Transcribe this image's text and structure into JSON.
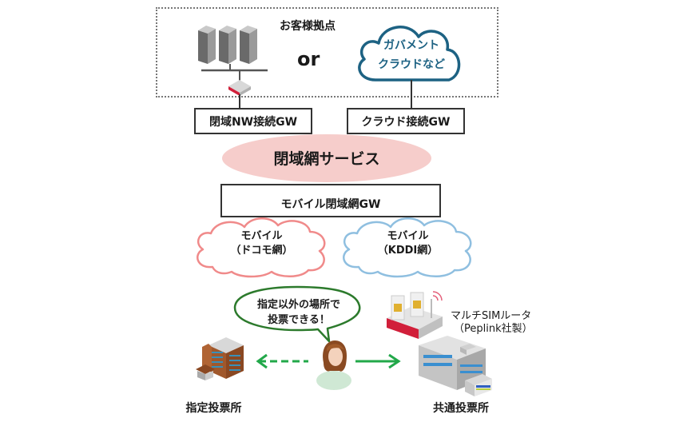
{
  "customer_site": {
    "title": "お客様拠点",
    "or_label": "or",
    "cloud_label_line1": "ガバメント",
    "cloud_label_line2": "クラウドなど"
  },
  "gateways": {
    "closed_nw_gw": "閉域NW接続GW",
    "cloud_gw": "クラウド接続GW"
  },
  "closed_network_service": "閉域網サービス",
  "mobile_closed_gw": "モバイル閉域網GW",
  "mobile_networks": [
    {
      "line1": "モバイル",
      "line2": "（ドコモ網）",
      "color": "#f08a8a"
    },
    {
      "line1": "モバイル",
      "line2": "（KDDI網）",
      "color": "#8fbfe0"
    }
  ],
  "speech_bubble": {
    "line1": "指定以外の場所で",
    "line2": "投票できる！"
  },
  "router": {
    "line1": "マルチSIMルータ",
    "line2": "（Peplink社製）"
  },
  "polling_places": {
    "designated": "指定投票所",
    "common": "共通投票所"
  },
  "colors": {
    "cloud_stroke": "#1d6283",
    "service_ellipse": "#f6cdcb",
    "arrow_green": "#22a84a",
    "bubble_stroke": "#2c7a2c"
  }
}
